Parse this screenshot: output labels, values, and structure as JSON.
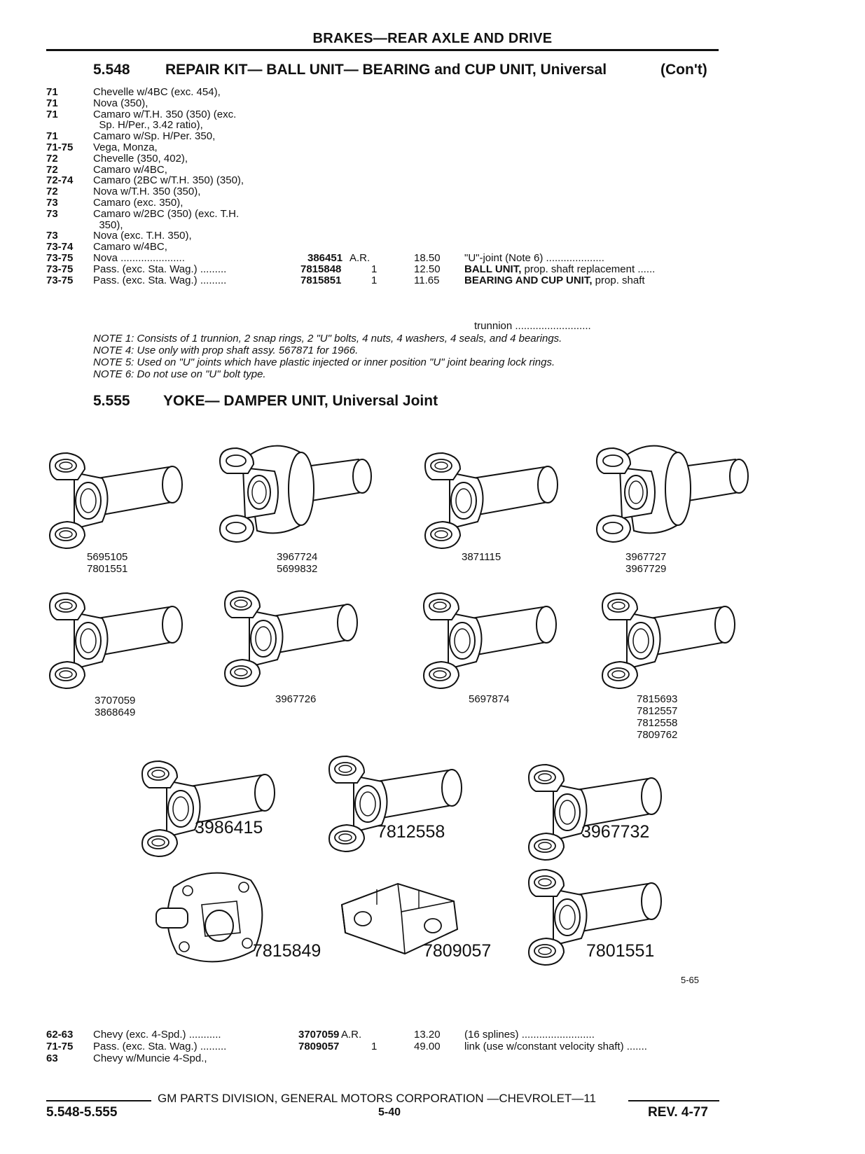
{
  "header": {
    "title": "BRAKES—REAR AXLE AND DRIVE"
  },
  "section1": {
    "number": "5.548",
    "title": "REPAIR KIT— BALL UNIT— BEARING and CUP UNIT, Universal",
    "cont": "(Con't)"
  },
  "rows1": [
    {
      "yr": "71",
      "desc": "Chevelle w/4BC (exc. 454),"
    },
    {
      "yr": "71",
      "desc": "Nova (350),"
    },
    {
      "yr": "71",
      "desc": "Camaro w/T.H. 350 (350) (exc."
    },
    {
      "yr": "",
      "desc": "  Sp. H/Per., 3.42 ratio),"
    },
    {
      "yr": "71",
      "desc": "Camaro w/Sp. H/Per. 350,"
    },
    {
      "yr": "71-75",
      "desc": "Vega, Monza,"
    },
    {
      "yr": "72",
      "desc": "Chevelle (350, 402),"
    },
    {
      "yr": "72",
      "desc": "Camaro w/4BC,"
    },
    {
      "yr": "72-74",
      "desc": "Camaro (2BC w/T.H. 350) (350),"
    },
    {
      "yr": "72",
      "desc": "Nova w/T.H. 350 (350),"
    },
    {
      "yr": "73",
      "desc": "Camaro (exc. 350),"
    },
    {
      "yr": "73",
      "desc": "Camaro w/2BC (350) (exc. T.H."
    },
    {
      "yr": "",
      "desc": "  350),"
    },
    {
      "yr": "73",
      "desc": "Nova (exc. T.H. 350),"
    },
    {
      "yr": "73-74",
      "desc": "Camaro w/4BC,"
    }
  ],
  "rows1_parts": [
    {
      "yr": "73-75",
      "desc": "Nova ......................",
      "part": "386451",
      "qty": "A.R.",
      "price": "18.50",
      "item_pre": "\"U\"-joint (Note 6) ....................",
      "item_bold": "",
      "item_post": ""
    },
    {
      "yr": "73-75",
      "desc": "Pass. (exc. Sta. Wag.) .........",
      "part": "7815848",
      "qty": "1",
      "price": "12.50",
      "item_pre": "",
      "item_bold": "BALL UNIT,",
      "item_post": " prop. shaft replacement ......"
    },
    {
      "yr": "73-75",
      "desc": "Pass. (exc. Sta. Wag.) .........",
      "part": "7815851",
      "qty": "1",
      "price": "11.65",
      "item_pre": "",
      "item_bold": "BEARING AND CUP UNIT,",
      "item_post": " prop. shaft"
    }
  ],
  "trunnion": "trunnion ..........................",
  "notes": [
    "NOTE 1: Consists of 1 trunnion, 2 snap rings, 2 \"U\" bolts, 4 nuts, 4 washers, 4 seals, and 4 bearings.",
    "NOTE 4: Use only with prop shaft assy. 567871 for 1966.",
    "NOTE 5: Used on \"U\" joints which have plastic injected or inner position \"U\" joint bearing lock rings.",
    "NOTE 6: Do not use on \"U\" bolt type."
  ],
  "section2": {
    "number": "5.555",
    "title": "YOKE— DAMPER UNIT, Universal Joint"
  },
  "figures": {
    "r1c1": "5695105\n7801551",
    "r1c2": "3967724\n5699832",
    "r1c3": "3871115",
    "r1c4": "3967727\n3967729",
    "r2c1": "3707059\n3868649",
    "r2c2": "3967726",
    "r2c3": "5697874",
    "r2c4": "7815693\n7812557\n7812558\n7809762",
    "big1": "3986415",
    "big2": "7812558",
    "big3": "3967732",
    "big4": "7815849",
    "big5": "7809057",
    "big6": "7801551"
  },
  "figref": "5-65",
  "rows2": [
    {
      "yr": "62-63",
      "desc": "Chevy (exc. 4-Spd.) ...........",
      "part": "3707059",
      "qty": "A.R.",
      "price": "13.20",
      "item": "(16 splines) ........................."
    },
    {
      "yr": "71-75",
      "desc": "Pass. (exc. Sta. Wag.) .........",
      "part": "7809057",
      "qty": "1",
      "price": "49.00",
      "item": "link (use w/constant velocity shaft) ......."
    },
    {
      "yr": "63",
      "desc": "Chevy w/Muncie 4-Spd.,",
      "part": "",
      "qty": "",
      "price": "",
      "item": ""
    }
  ],
  "footer": {
    "center": "GM PARTS DIVISION, GENERAL MOTORS CORPORATION —CHEVROLET—11",
    "left": "5.548-5.555",
    "page": "5-40",
    "rev": "REV. 4-77"
  }
}
